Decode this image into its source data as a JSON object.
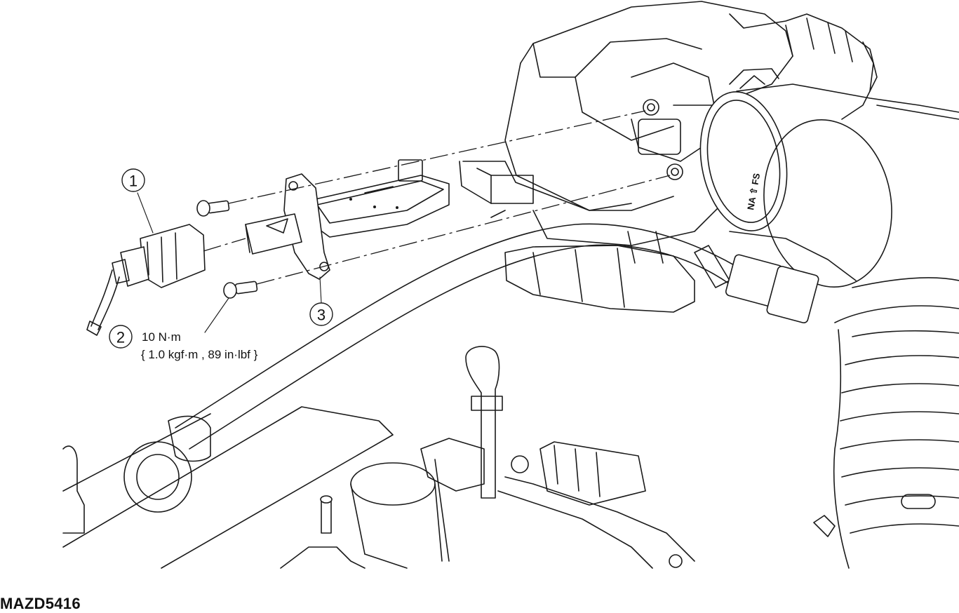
{
  "callouts": [
    {
      "number": "1"
    },
    {
      "number": "2"
    },
    {
      "number": "3"
    }
  ],
  "torque_spec": {
    "primary": "10 N·m",
    "secondary": "{ 1.0 kgf·m , 89 in·lbf }"
  },
  "duct_marking": "NA ⇧ FS",
  "document_code": "MAZD5416"
}
